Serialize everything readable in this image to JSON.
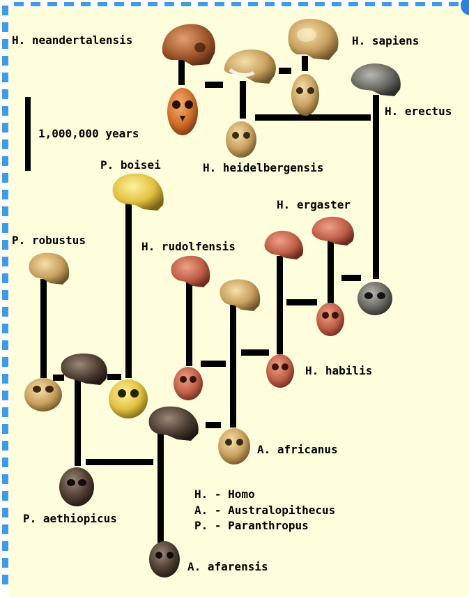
{
  "species": {
    "neanderthalensis": "H. neandertalensis",
    "sapiens": "H. sapiens",
    "erectus": "H. erectus",
    "heidelbergensis": "H. heidelbergensis",
    "boisei": "P. boisei",
    "ergaster": "H. ergaster",
    "robustus": "P. robustus",
    "rudolfensis": "H. rudolfensis",
    "habilis": "H. habilis",
    "africanus": "A. africanus",
    "aethiopicus": "P. aethiopicus",
    "afarensis": "A. afarensis"
  },
  "scale_label": "1,000,000 years",
  "legend": {
    "homo": "H. - Homo",
    "australopithecus": "A. - Australopithecus",
    "paranthropus": "P. - Paranthropus"
  },
  "colors": {
    "background": "#fffedc",
    "border_dash": "#3f9be6",
    "line": "#000000"
  }
}
